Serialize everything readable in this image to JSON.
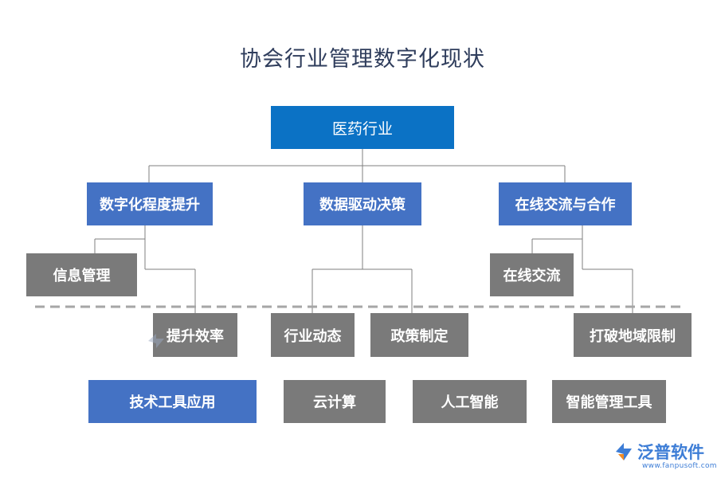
{
  "title": "协会行业管理数字化现状",
  "root": {
    "label": "医药行业"
  },
  "level1": [
    {
      "label": "数字化程度提升"
    },
    {
      "label": "数据驱动决策"
    },
    {
      "label": "在线交流与合作"
    }
  ],
  "level2": {
    "info_mgmt": "信息管理",
    "efficiency": "提升效率",
    "industry_trend": "行业动态",
    "policy_making": "政策制定",
    "online_comm": "在线交流",
    "break_region": "打破地域限制"
  },
  "tools_row": [
    {
      "label": "技术工具应用"
    },
    {
      "label": "云计算"
    },
    {
      "label": "人工智能"
    },
    {
      "label": "智能管理工具"
    }
  ],
  "logo": {
    "name": "泛普软件",
    "url": "www.fanpusoft.com"
  },
  "colors": {
    "root": "#0b72c5",
    "blue": "#4472c4",
    "gray": "#7a7a7a",
    "line": "#7f7f7f",
    "dash": "#a6a6a6"
  }
}
